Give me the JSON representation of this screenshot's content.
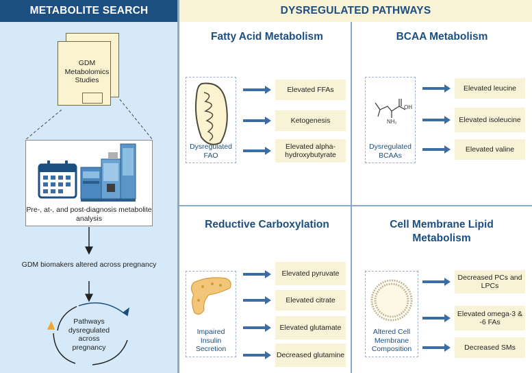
{
  "left_panel": {
    "header": "METABOLITE SEARCH",
    "studies": "GDM Metabolomics Studies",
    "analysis": "Pre-, at-, and post-diagnosis metabolite analysis",
    "biomarkers": "GDM biomakers altered across pregnancy",
    "cycle": "Pathways dysregulated across pregnancy"
  },
  "right_panel": {
    "header": "DYSREGULATED PATHWAYS",
    "fatty_acid": {
      "title": "Fatty Acid Metabolism",
      "source": "Dysregulated FAO",
      "outcomes": [
        "Elevated FFAs",
        "Ketogenesis",
        "Elevated alpha-hydroxybutyrate"
      ]
    },
    "bcaa": {
      "title": "BCAA Metabolism",
      "molecule_oh": "OH",
      "molecule_nh2": "NH₂",
      "source": "Dysregulated BCAAs",
      "outcomes": [
        "Elevated leucine",
        "Elevated isoleucine",
        "Elevated valine"
      ]
    },
    "reductive": {
      "title": "Reductive Carboxylation",
      "source": "Impaired Insulin Secretion",
      "outcomes": [
        "Elevated pyruvate",
        "Elevated citrate",
        "Elevated glutamate",
        "Decreased glutamine"
      ]
    },
    "membrane": {
      "title": "Cell Membrane Lipid Metabolism",
      "source": "Altered Cell Membrane Composition",
      "outcomes": [
        "Decreased PCs and LPCs",
        "Elevated omega-3 & -6 FAs",
        "Decreased SMs"
      ]
    }
  },
  "colors": {
    "navy": "#1c4f80",
    "light_blue": "#d5e9f8",
    "cream": "#f8f3d6",
    "arrow": "#3b6ea5",
    "divider": "#86a9cc"
  }
}
